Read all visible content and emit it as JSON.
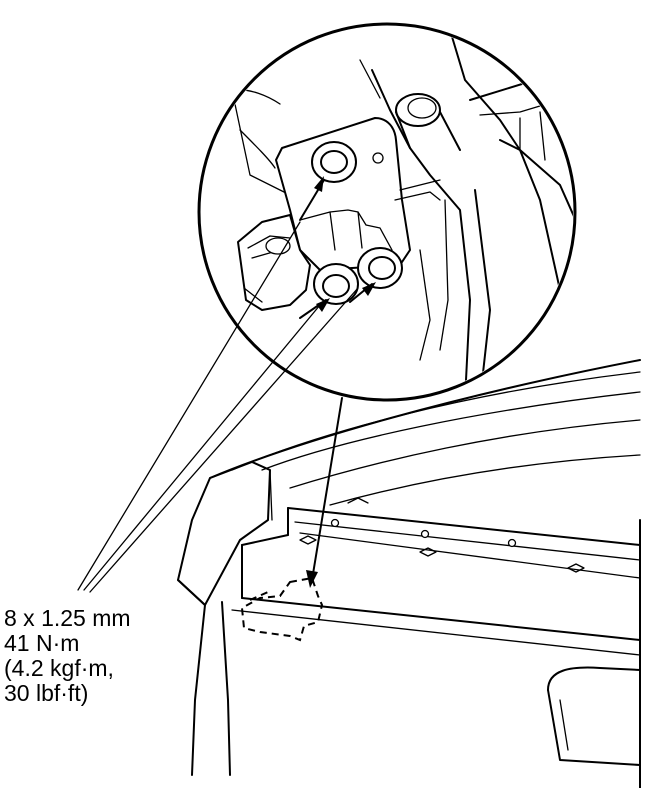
{
  "torque_spec": {
    "lines": [
      "8 x 1.25 mm",
      "41 N·m",
      "(4.2 kgf·m,",
      "30 lbf·ft)"
    ]
  },
  "components": {
    "detail_view": "magnified-hinge-detail",
    "fastener_count": 3
  },
  "colors": {
    "ink": "#000000",
    "background": "#ffffff"
  }
}
